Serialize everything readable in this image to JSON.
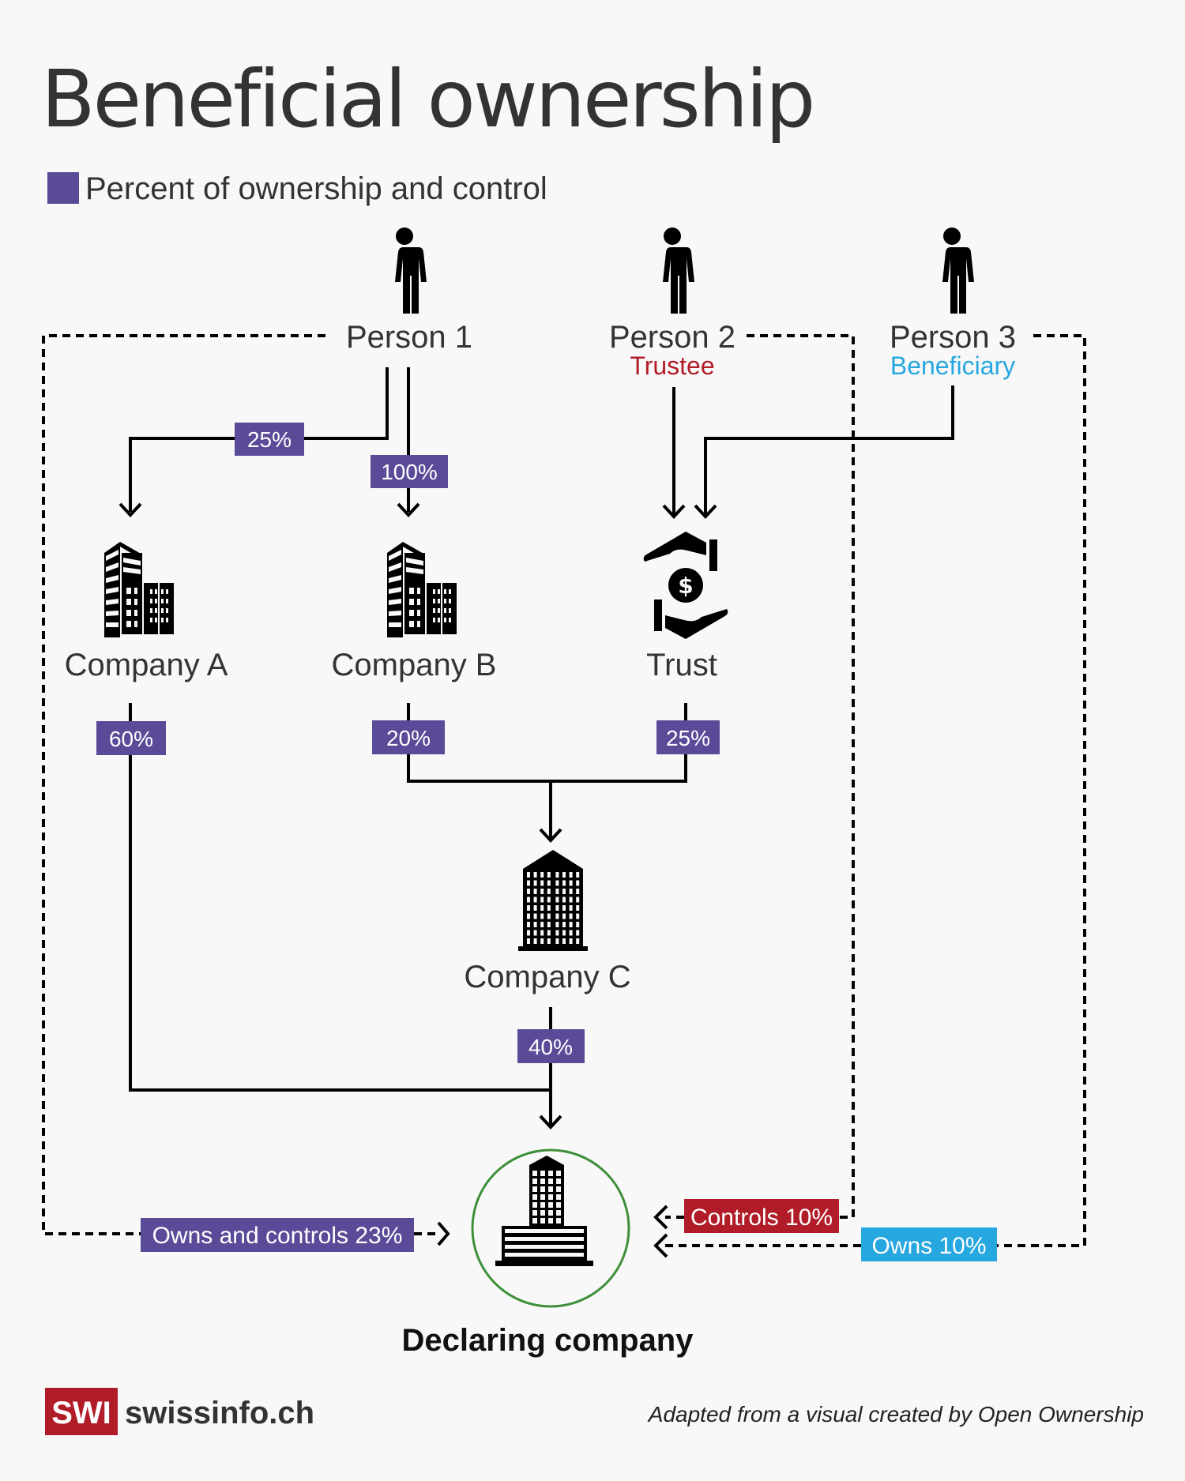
{
  "title": "Beneficial ownership",
  "legend": {
    "label": "Percent of ownership and control",
    "color": "#5a4a98"
  },
  "colors": {
    "ownership": "#5a4a98",
    "trustee": "#b01c27",
    "beneficiary": "#26a7df",
    "declaring_ring": "#3d8f3a"
  },
  "persons": [
    {
      "name": "Person 1",
      "role": ""
    },
    {
      "name": "Person 2",
      "role": "Trustee"
    },
    {
      "name": "Person 3",
      "role": "Beneficiary"
    }
  ],
  "entities": {
    "company_a": "Company A",
    "company_b": "Company B",
    "trust": "Trust",
    "company_c": "Company C",
    "declaring": "Declaring company"
  },
  "edges": {
    "p1_to_a": "25%",
    "p1_to_b": "100%",
    "a_to_declaring": "60%",
    "b_to_c": "20%",
    "trust_to_c": "25%",
    "c_to_declaring": "40%",
    "p1_direct": "Owns and controls 23%",
    "p2_direct": "Controls 10%",
    "p3_direct": "Owns 10%"
  },
  "footer": {
    "logo_mark": "SWI",
    "logo_site": "swissinfo.ch",
    "credit": "Adapted from a visual created by Open Ownership"
  }
}
